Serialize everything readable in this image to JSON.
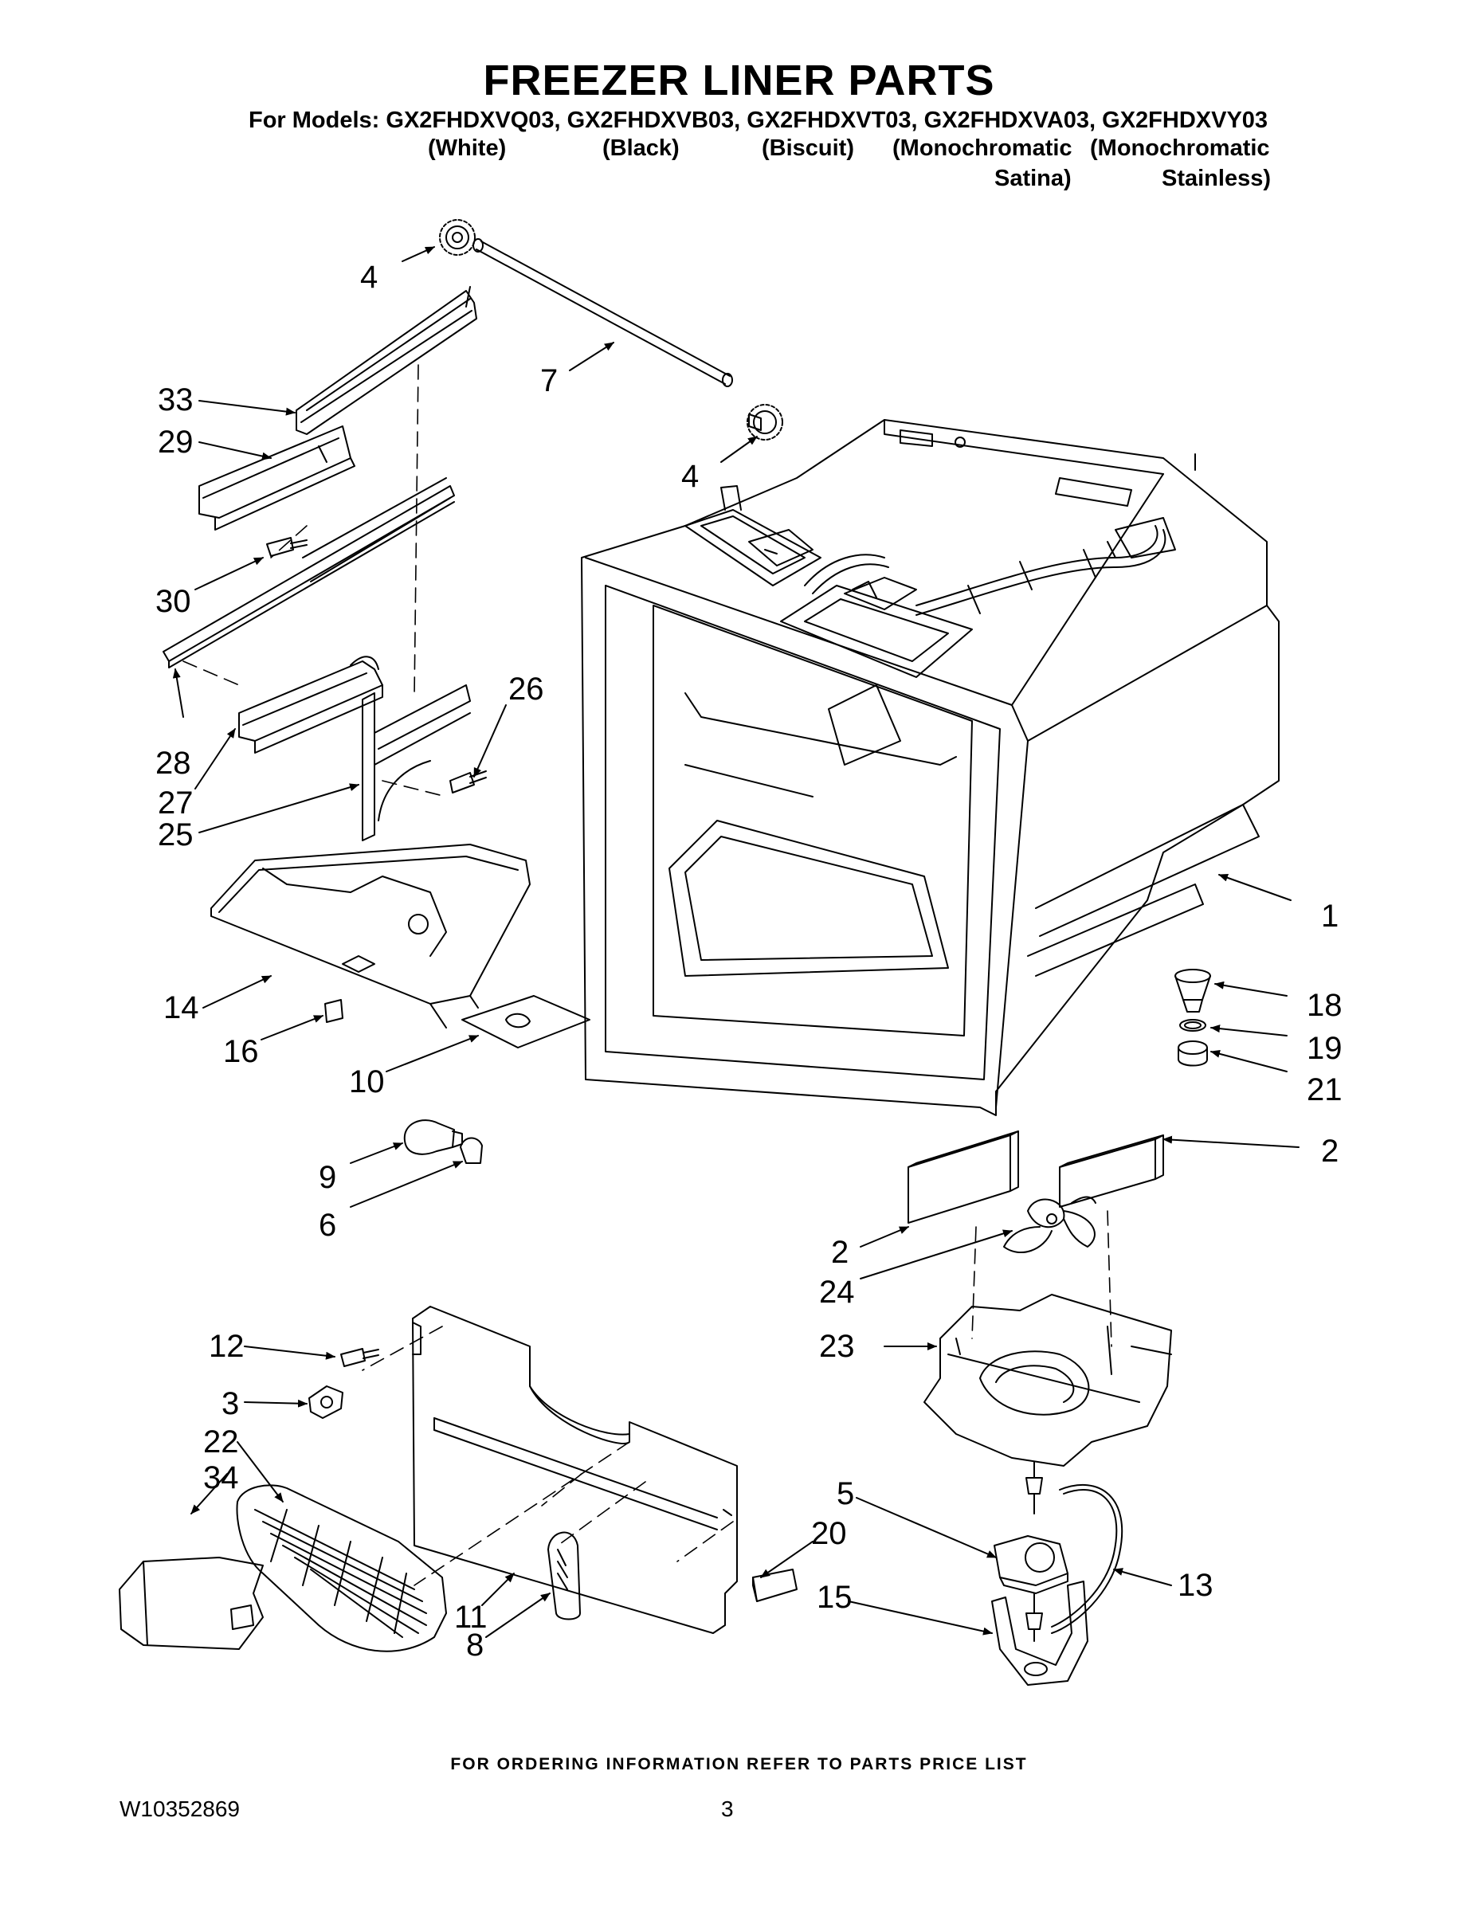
{
  "header": {
    "title": "FREEZER LINER PARTS",
    "models_line": "For Models: GX2FHDXVQ03, GX2FHDXVB03, GX2FHDXVT03, GX2FHDXVA03, GX2FHDXVY03",
    "colors": [
      {
        "line1": "(White)",
        "line2": ""
      },
      {
        "line1": "(Black)",
        "line2": ""
      },
      {
        "line1": "(Biscuit)",
        "line2": ""
      },
      {
        "line1": "(Monochromatic",
        "line2": "Satina)"
      },
      {
        "line1": "(Monochromatic",
        "line2": "Stainless)"
      }
    ]
  },
  "callouts": [
    "4",
    "7",
    "33",
    "29",
    "4",
    "30",
    "28",
    "27",
    "26",
    "25",
    "14",
    "16",
    "10",
    "1",
    "18",
    "19",
    "21",
    "9",
    "6",
    "2",
    "2",
    "24",
    "12",
    "23",
    "3",
    "22",
    "34",
    "5",
    "20",
    "11",
    "13",
    "8",
    "15"
  ],
  "footer": {
    "note": "FOR ORDERING INFORMATION REFER TO PARTS PRICE LIST",
    "doc_number": "W10352869",
    "page_number": "3"
  }
}
